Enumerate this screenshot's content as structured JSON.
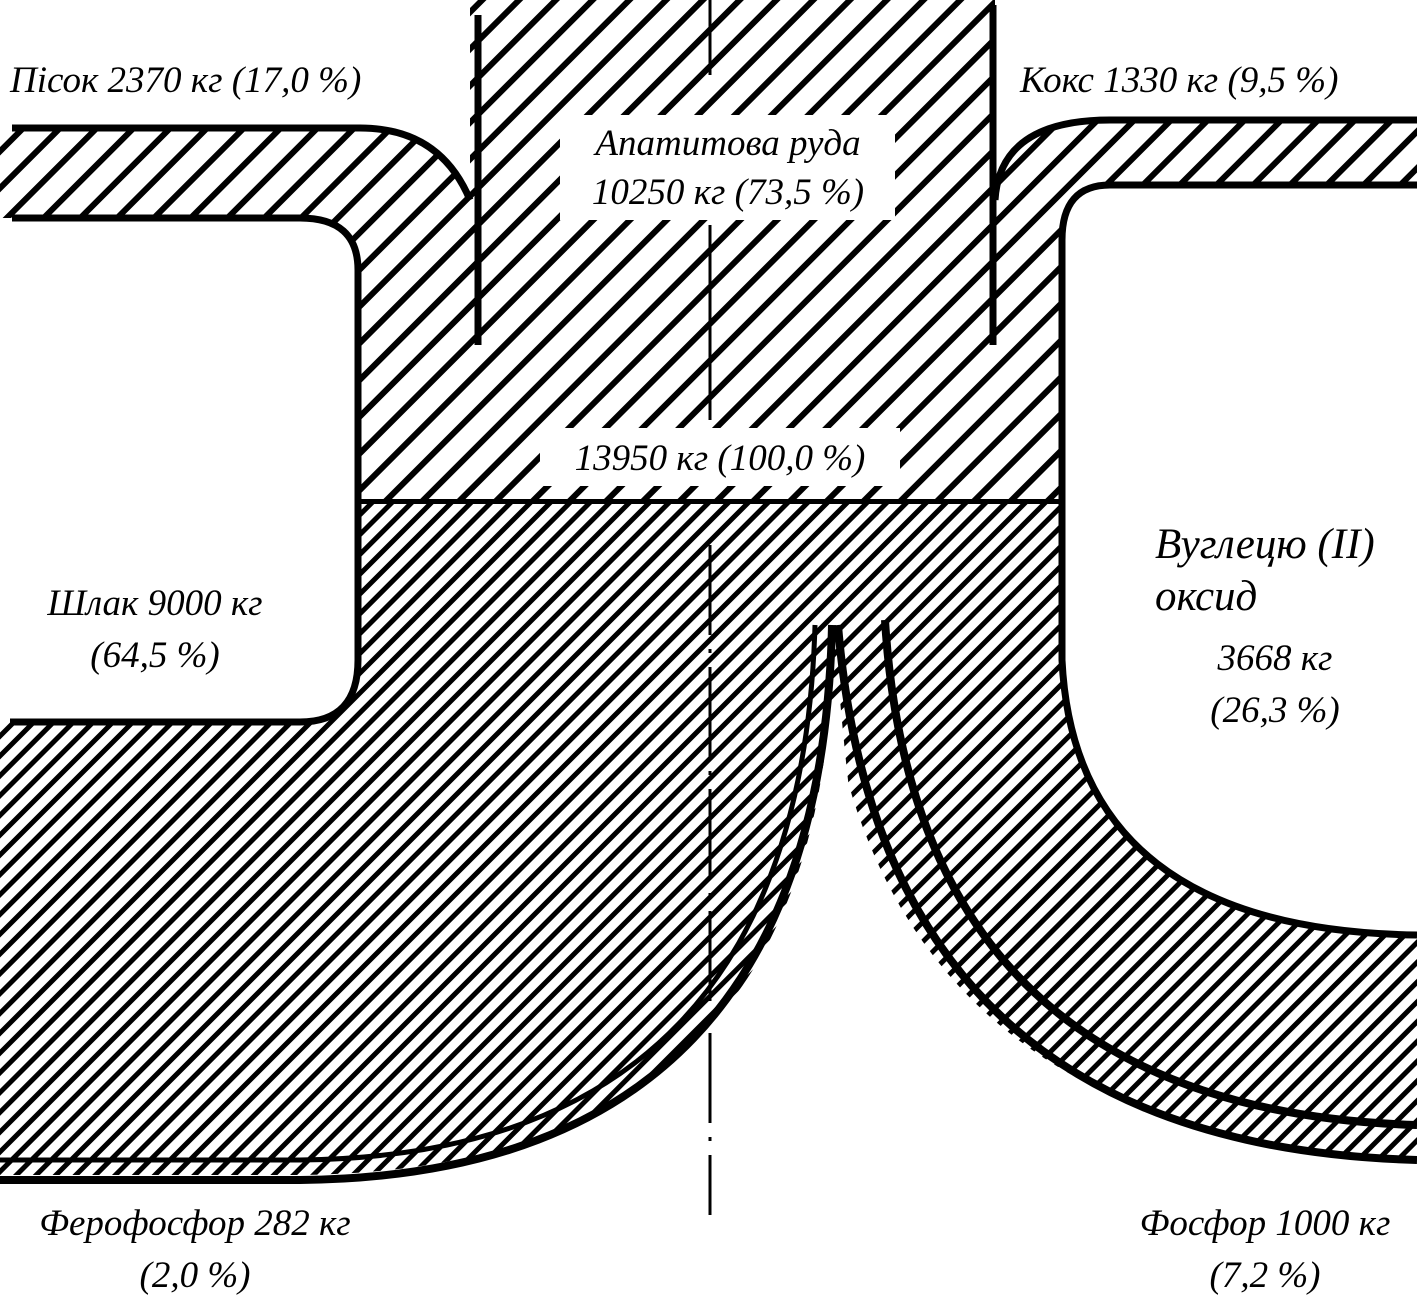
{
  "diagram": {
    "type": "material-balance-flow",
    "colors": {
      "ink": "#000000",
      "paper": "#ffffff"
    },
    "inputs": {
      "sand": {
        "label": "Пісок 2370 кг (17,0 %)"
      },
      "ore": {
        "name": "Апатитова руда",
        "amount": "10250 кг (73,5 %)"
      },
      "coke": {
        "label": "Кокс 1330 кг (9,5 %)"
      }
    },
    "total": {
      "label": "13950 кг (100,0 %)"
    },
    "outputs": {
      "slag": {
        "name": "Шлак 9000 кг",
        "share": "(64,5 %)"
      },
      "co": {
        "name_line1": "Вуглецю (ІІ)",
        "name_line2": "оксид",
        "amount": "3668 кг",
        "share": "(26,3 %)"
      },
      "ferrophos": {
        "name": "Ферофосфор 282 кг",
        "share": "(2,0 %)"
      },
      "phosphorus": {
        "name": "Фосфор 1000 кг",
        "share": "(7,2 %)"
      }
    }
  }
}
